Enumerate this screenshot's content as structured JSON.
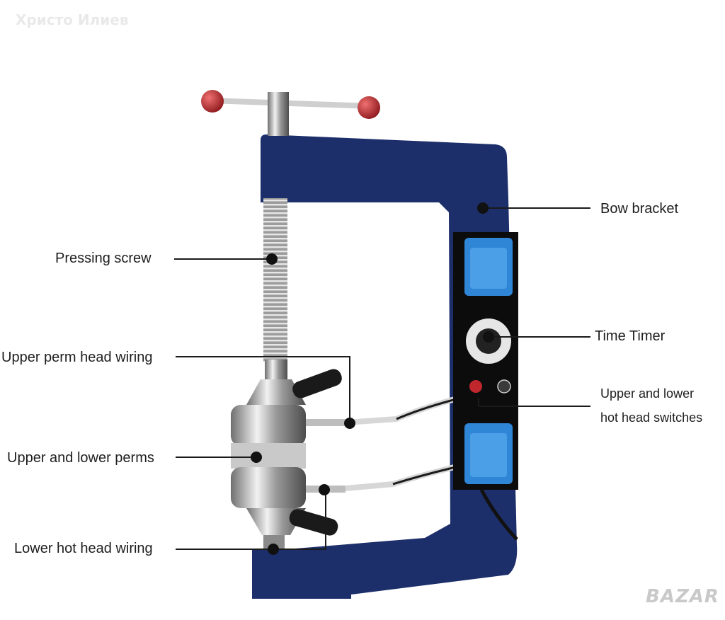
{
  "watermark": "Христо Илиев",
  "logo_text": "BAZAR",
  "labels": {
    "bow_bracket": "Bow bracket",
    "pressing_screw": "Pressing screw",
    "time_timer": "Time Timer",
    "upper_perm_head_wiring": "Upper perm head wiring",
    "switches_line1": "Upper and lower",
    "switches_line2": "hot head switches",
    "upper_lower_perms": "Upper and lower perms",
    "lower_hot_head_wiring": "Lower hot head wiring"
  },
  "colors": {
    "bracket": "#1c2f6a",
    "knob": "#c0272d",
    "socket": "#2f86d6",
    "steel": "#b8b8b8",
    "panel": "#0c0c0c"
  }
}
